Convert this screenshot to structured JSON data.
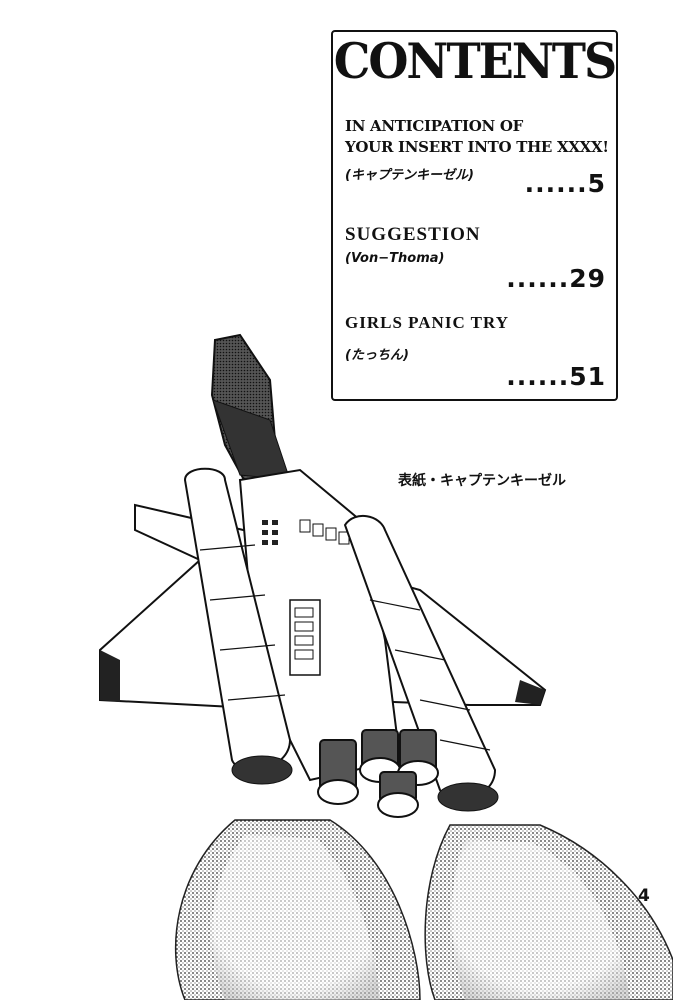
{
  "contents": {
    "title": "CONTENTS",
    "entries": [
      {
        "title_line1": "IN ANTICIPATION OF",
        "title_line2": "YOUR INSERT INTO THE XXXX!",
        "author": "(キャプテンキーゼル)",
        "page": "......5"
      },
      {
        "title": "SUGGESTION",
        "author": "(Von−Thoma)",
        "page": "......29"
      },
      {
        "title": "GIRLS PANIC TRY",
        "author": "(たっちん)",
        "page": "......51"
      }
    ]
  },
  "cover_credit": "表紙・キャプテンキーゼル",
  "page_number": "4",
  "illustration": {
    "subject": "space-shuttle-icon",
    "colors": {
      "ink": "#111111",
      "paper": "#ffffff",
      "shade": "#8a8a8a"
    }
  }
}
